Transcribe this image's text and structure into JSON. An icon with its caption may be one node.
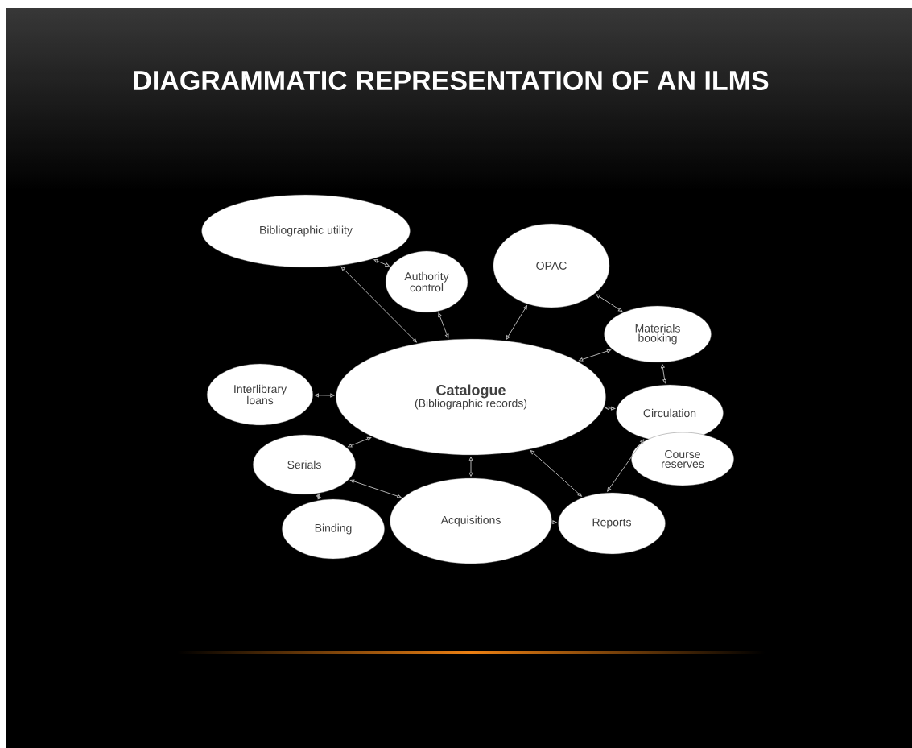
{
  "diagram": {
    "title": "DIAGRAMMATIC REPRESENTATION OF AN ILMS",
    "nodes": [
      {
        "text": [
          "Bibliographic utility"
        ]
      },
      {
        "text": [
          "Authority control"
        ]
      },
      {
        "text": [
          "OPAC"
        ]
      },
      {
        "text": [
          "Materials booking"
        ]
      },
      {
        "text": [
          "Interlibrary loans"
        ]
      },
      {
        "text": [
          "Catalogue",
          "(Bibliographic records)"
        ]
      },
      {
        "text": [
          "Circulation"
        ]
      },
      {
        "text": [
          "Course reserves"
        ]
      },
      {
        "text": [
          "Serials"
        ]
      },
      {
        "text": [
          "Acquisitions"
        ]
      },
      {
        "text": [
          "Binding"
        ]
      },
      {
        "text": [
          "Reports"
        ]
      }
    ],
    "edges": [
      {
        "from": 0,
        "to": 1,
        "arrow": "both"
      },
      {
        "from": 0,
        "to": 5,
        "arrow": "both"
      },
      {
        "from": 1,
        "to": 5,
        "arrow": "both"
      },
      {
        "from": 2,
        "to": 5,
        "arrow": "both"
      },
      {
        "from": 2,
        "to": 3,
        "arrow": "both"
      },
      {
        "from": 3,
        "to": 5,
        "arrow": "both"
      },
      {
        "from": 3,
        "to": 6,
        "arrow": "both"
      },
      {
        "from": 4,
        "to": 5,
        "arrow": "both"
      },
      {
        "from": 5,
        "to": 6,
        "arrow": "both"
      },
      {
        "from": 8,
        "to": 5,
        "arrow": "both"
      },
      {
        "from": 5,
        "to": 9,
        "arrow": "both"
      },
      {
        "from": 8,
        "to": 9,
        "arrow": "both"
      },
      {
        "from": 8,
        "to": 10,
        "arrow": "both"
      },
      {
        "from": 5,
        "to": 11,
        "arrow": "both"
      },
      {
        "from": 6,
        "to": 11,
        "arrow": "both"
      },
      {
        "from": 9,
        "to": 11,
        "arrow": "to"
      }
    ]
  }
}
